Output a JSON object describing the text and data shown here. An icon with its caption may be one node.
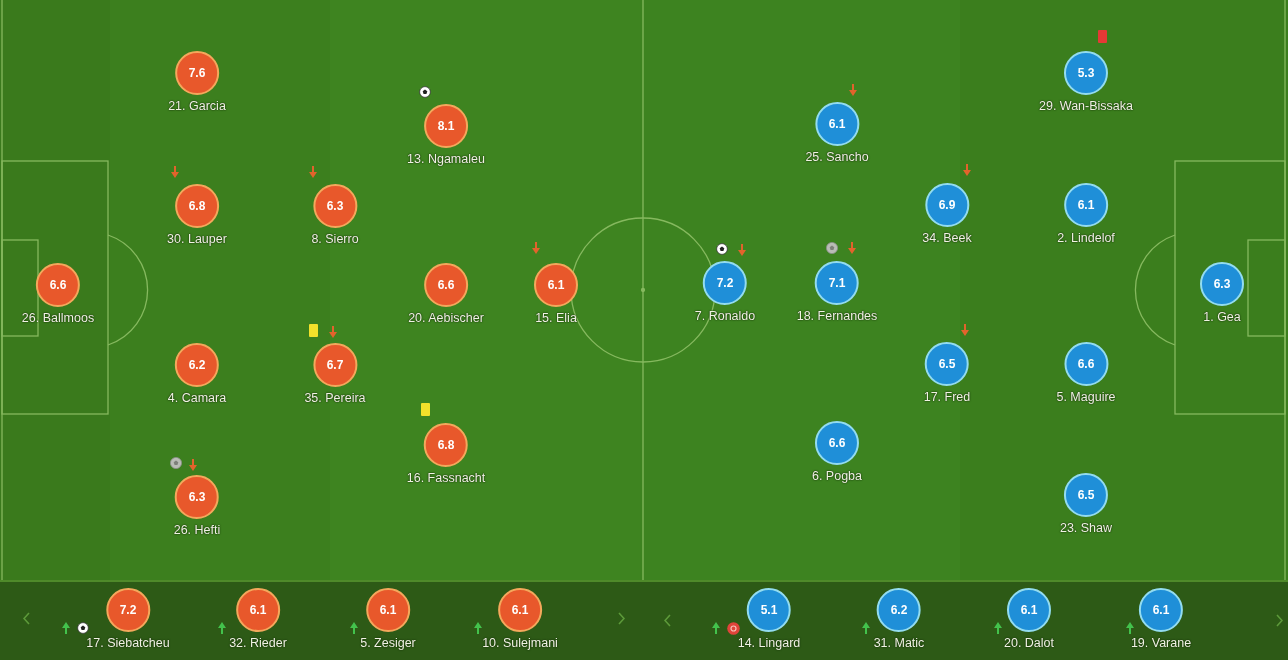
{
  "diagram": {
    "nodes": [
      {
        "text": [
          "7.6",
          "21. Garcia"
        ]
      },
      {
        "text": [
          "5.3",
          "29. Wan-Bissaka"
        ]
      },
      {
        "text": [
          "8.1",
          "13. Ngamaleu"
        ]
      },
      {
        "text": [
          "6.1",
          "25. Sancho"
        ]
      },
      {
        "text": [
          "6.8",
          "30. Lauper"
        ]
      },
      {
        "text": [
          "6.3",
          "8. Sierro"
        ]
      },
      {
        "text": [
          "6.9",
          "34. Beek"
        ]
      },
      {
        "text": [
          "6.1",
          "2. Lindelof"
        ]
      },
      {
        "text": [
          "6.6",
          "26. Ballmoos"
        ]
      },
      {
        "text": [
          "6.6",
          "20. Aebischer"
        ]
      },
      {
        "text": [
          "6.1",
          "15. Elia"
        ]
      },
      {
        "text": [
          "7.2",
          "7. Ronaldo"
        ]
      },
      {
        "text": [
          "7.1",
          "18. Fernandes"
        ]
      },
      {
        "text": [
          "6.3",
          "1. Gea"
        ]
      },
      {
        "text": [
          "6.2",
          "4. Camara"
        ]
      },
      {
        "text": [
          "6.7",
          "35. Pereira"
        ]
      },
      {
        "text": [
          "6.5",
          "17. Fred"
        ]
      },
      {
        "text": [
          "6.6",
          "5. Maguire"
        ]
      },
      {
        "text": [
          "6.8",
          "16. Fassnacht"
        ]
      },
      {
        "text": [
          "6.6",
          "6. Pogba"
        ]
      },
      {
        "text": [
          "6.3",
          "26. Hefti"
        ]
      },
      {
        "text": [
          "6.5",
          "23. Shaw"
        ]
      },
      {
        "text": [
          "7.2",
          "17. Siebatcheu"
        ]
      },
      {
        "text": [
          "6.1",
          "32. Rieder"
        ]
      },
      {
        "text": [
          "6.1",
          "5. Zesiger"
        ]
      },
      {
        "text": [
          "6.1",
          "10. Sulejmani"
        ]
      },
      {
        "text": [
          "5.1",
          "14. Lingard"
        ]
      },
      {
        "text": [
          "6.2",
          "31. Matic"
        ]
      },
      {
        "text": [
          "6.1",
          "20. Dalot"
        ]
      },
      {
        "text": [
          "6.1",
          "19. Varane"
        ]
      }
    ]
  }
}
